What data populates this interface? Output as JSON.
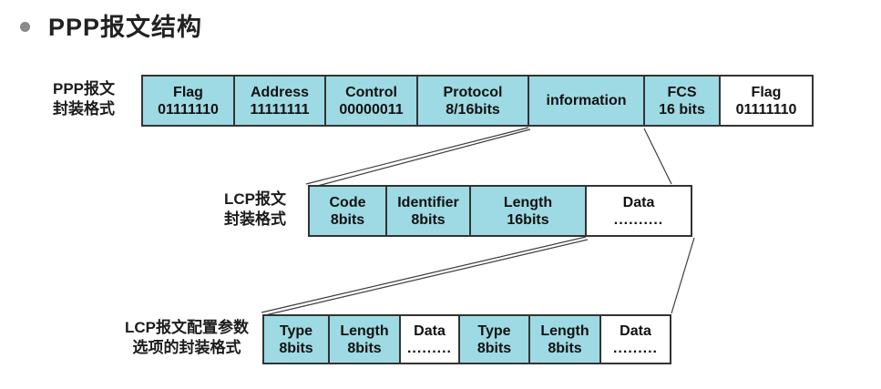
{
  "title": {
    "text": "PPP报文结构"
  },
  "colors": {
    "cell_fill": "#9edae3",
    "cell_border": "#333333",
    "connector_line": "#3d3d3d",
    "bullet": "#8a8a8a"
  },
  "rows": [
    {
      "label_lines": [
        "PPP报文",
        "封装格式"
      ],
      "cells": [
        {
          "lines": [
            "Flag",
            "01111110"
          ],
          "filled": true
        },
        {
          "lines": [
            "Address",
            "11111111"
          ],
          "filled": true
        },
        {
          "lines": [
            "Control",
            "00000011"
          ],
          "filled": true
        },
        {
          "lines": [
            "Protocol",
            "8/16bits"
          ],
          "filled": true
        },
        {
          "lines": [
            "information"
          ],
          "filled": true
        },
        {
          "lines": [
            "FCS",
            "16 bits"
          ],
          "filled": true
        },
        {
          "lines": [
            "Flag",
            "01111110"
          ],
          "filled": false
        }
      ]
    },
    {
      "label_lines": [
        "LCP报文",
        "封装格式"
      ],
      "cells": [
        {
          "lines": [
            "Code",
            "8bits"
          ],
          "filled": true
        },
        {
          "lines": [
            "Identifier",
            "8bits"
          ],
          "filled": true
        },
        {
          "lines": [
            "Length",
            "16bits"
          ],
          "filled": true
        },
        {
          "lines": [
            "Data",
            ".........."
          ],
          "filled": false
        }
      ]
    },
    {
      "label_lines": [
        "LCP报文配置参数",
        "选项的封装格式"
      ],
      "cells": [
        {
          "lines": [
            "Type",
            "8bits"
          ],
          "filled": true
        },
        {
          "lines": [
            "Length",
            "8bits"
          ],
          "filled": true
        },
        {
          "lines": [
            "Data",
            "........."
          ],
          "filled": false
        },
        {
          "lines": [
            "Type",
            "8bits"
          ],
          "filled": true
        },
        {
          "lines": [
            "Length",
            "8bits"
          ],
          "filled": true
        },
        {
          "lines": [
            "Data",
            "........."
          ],
          "filled": false
        }
      ]
    }
  ]
}
